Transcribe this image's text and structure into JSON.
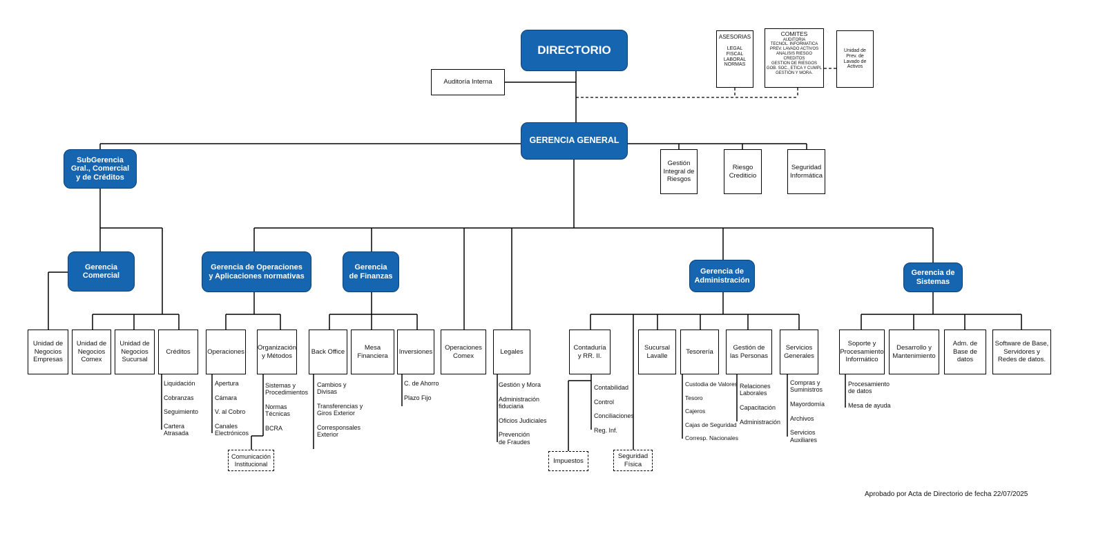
{
  "colors": {
    "accent": "#1565b0",
    "line": "#000000"
  },
  "directorio": "DIRECTORIO",
  "auditoria": "Auditoría Interna",
  "asesorias": {
    "title": "ASESORIAS",
    "items": "LEGAL\nFISCAL\nLABORAL\nNORMAS"
  },
  "comites": {
    "title": "COMITES",
    "items": "AUDITORIA\nTECNOL. INFORMATICA\nPREV. LAVADO ACTIVOS\nANALISIS RIESGO\nCREDITOS\nGESTION DE RIESGOS\nGOB. SOC., ETICA Y CUMPL\nGESTIÓN Y MORA."
  },
  "unidad_prev": "Unidad de\nPrev. de\nLavado de\nActivos",
  "gerencia_general": "GERENCIA GENERAL",
  "gestion_integral": "Gestión\nIntegral de\nRiesgos",
  "riesgo_crediticio": "Riesgo\nCrediticio",
  "seguridad_informatica": "Seguridad\nInformática",
  "subgerencia": "SubGerencia\nGral., Comercial\ny de Créditos",
  "ger_comercial": "Gerencia\nComercial",
  "ger_operaciones": "Gerencia de Operaciones\ny Aplicaciones normativas",
  "ger_finanzas": "Gerencia\nde Finanzas",
  "ger_administracion": "Gerencia de\nAdministración",
  "ger_sistemas": "Gerencia de\nSistemas",
  "unidad_empresas": "Unidad de\nNegocios\nEmpresas",
  "unidad_comex": "Unidad de\nNegocios\nComex",
  "unidad_sucursal": "Unidad de\nNegocios\nSucursal",
  "creditos": "Créditos",
  "creditos_items": "Liquidación\n\nCobranzas\n\nSeguimiento\n\nCartera\nAtrasada",
  "operaciones": "Operaciones",
  "operaciones_items": "Apertura\n\nCámara\n\nV. al Cobro\n\nCanales\nElectrónicos",
  "organizacion": "Organización\ny Métodos",
  "organizacion_items": "Sistemas y\nProcedimientos\n\nNormas\nTécnicas\n\nBCRA",
  "comunicacion": "Comunicación\nInstitucional",
  "back_office": "Back Office",
  "back_office_items": "Cambios y\nDivisas\n\nTransferencias y\nGiros Exterior\n\nCorresponsales\nExterior",
  "mesa": "Mesa\nFinanciera",
  "inversiones": "Inversiones",
  "inversiones_items": "C. de Ahorro\n\nPlazo Fijo",
  "operaciones_comex": "Operaciones\nComex",
  "legales": "Legales",
  "legales_items": "Gestión y Mora\n\nAdministración\nfiduciaria\n\nOficios Judiciales\n\nPrevención\nde Fraudes",
  "contaduria": "Contaduría\ny RR. II.",
  "contaduria_items": "Contabilidad\n\nControl\n\nConciliaciones\n\nReg. Inf.",
  "impuestos": "Impuestos",
  "seguridad_fisica": "Seguridad\nFísica",
  "sucursal_lavalle": "Sucursal\nLavalle",
  "tesoreria": "Tesorería",
  "tesoreria_items": "Custodia de Valores\n\nTesoro\n\nCajeros\n\nCajas de Seguridad\n\nCorresp. Nacionales",
  "gestion_personas": "Gestión de\nlas Personas",
  "gestion_personas_items": "Relaciones\nLaborales\n\nCapacitación\n\nAdministración",
  "servicios_generales": "Servicios\nGenerales",
  "servicios_generales_items": "Compras y\nSuministros\n\nMayordomía\n\nArchivos\n\nServicios\nAuxiliares",
  "soporte": "Soporte y\nProcesamiento\nInformático",
  "soporte_items": "Procesamiento\nde datos\n\nMesa de ayuda",
  "desarrollo": "Desarrollo y\nMantenimiento",
  "adm_base": "Adm. de\nBase de\ndatos",
  "software_base": "Software de Base,\nServidores y\nRedes de datos.",
  "footnote": "Aprobado por Acta de Directorio de fecha 22/07/2025"
}
